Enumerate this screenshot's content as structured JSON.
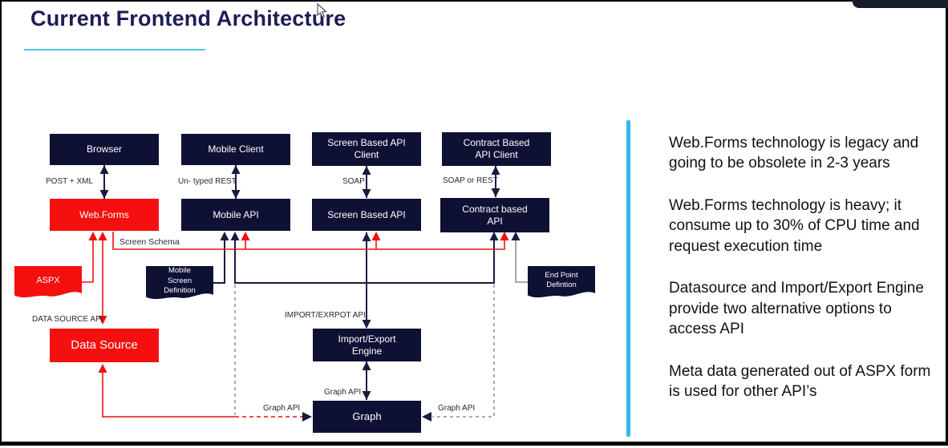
{
  "slide": {
    "title": "Current Frontend Architecture",
    "notes": [
      "Web.Forms technology is legacy and going to be obsolete in 2-3 years",
      "Web.Forms technology is heavy; it consume up to 30% of CPU time and request execution time",
      "Datasource and Import/Export Engine provide two alternative options to access API",
      "Meta data generated out of ASPX form is used for other API’s"
    ]
  },
  "diagram": {
    "nodes": {
      "browser": "Browser",
      "mobile_client": "Mobile Client",
      "screen_api_client": "Screen Based API\nClient",
      "contract_api_client": "Contract Based\nAPI Client",
      "webforms": "Web.Forms",
      "mobile_api": "Mobile API",
      "screen_api": "Screen Based API",
      "contract_api": "Contract based\nAPI",
      "aspx": "ASPX",
      "mobile_screen_def": "Mobile\nScreen\nDefinition",
      "endpoint_def": "End Point\nDefintion",
      "data_source": "Data Source",
      "import_export": "Import/Export\nEngine",
      "graph": "Graph"
    },
    "edge_labels": {
      "post_xml": "POST + XML",
      "untyped_rest": "Un- typed REST",
      "soap": "SOAP",
      "soap_or_rest": "SOAP or REST",
      "screen_schema": "Screen Schema",
      "data_source_api": "DATA SOURCE API",
      "import_export_api": "IMPORT/EXRPOT API",
      "graph_api_left": "Graph API",
      "graph_api_mid": "Graph API",
      "graph_api_right": "Graph API"
    },
    "colors": {
      "node_dark": "#0e1134",
      "node_red": "#f50f0f",
      "arrow_dark": "#181b40",
      "arrow_red": "#ee1111",
      "arrow_gray": "#8f8f8f",
      "divider_cyan": "#31b9e8",
      "title_navy": "#1d1d55"
    }
  }
}
